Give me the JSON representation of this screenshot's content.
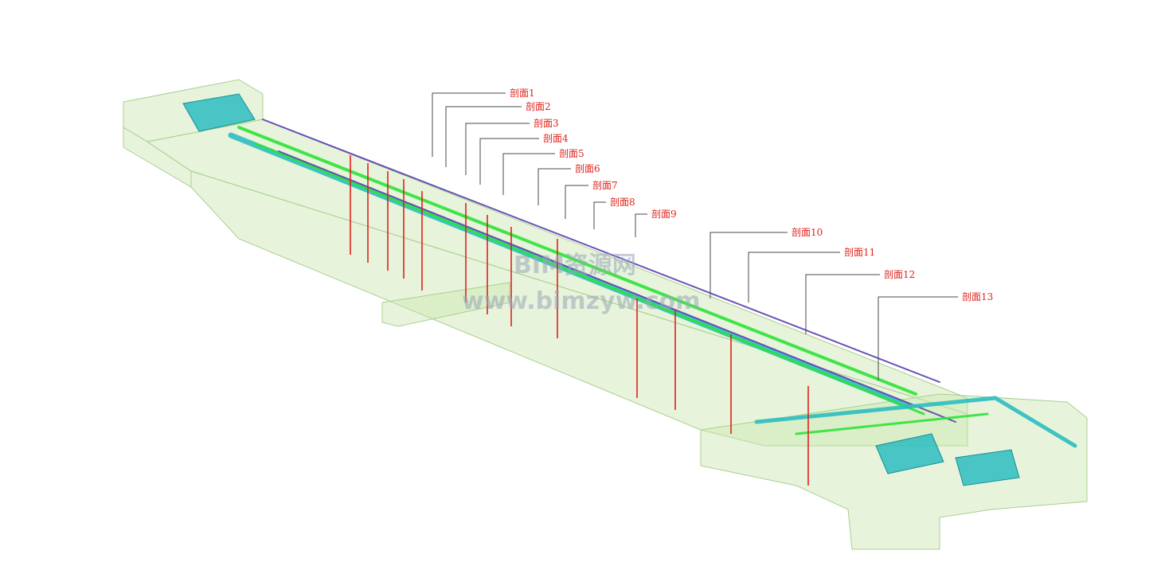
{
  "sections": [
    {
      "label": "剖面1"
    },
    {
      "label": "剖面2"
    },
    {
      "label": "剖面3"
    },
    {
      "label": "剖面4"
    },
    {
      "label": "剖面5"
    },
    {
      "label": "剖面6"
    },
    {
      "label": "剖面7"
    },
    {
      "label": "剖面8"
    },
    {
      "label": "剖面9"
    },
    {
      "label": "剖面10"
    },
    {
      "label": "剖面11"
    },
    {
      "label": "剖面12"
    },
    {
      "label": "剖面13"
    }
  ],
  "watermark": {
    "line1": "BIM资源网",
    "line2": "www.bimzyw.com"
  },
  "colors": {
    "section_red": "#e0201b",
    "leader_grey": "#4a4a4a",
    "shell": "#c9e7b0",
    "duct_cyan": "#2bbcc0",
    "pipe_green": "#2ee23a",
    "pipe_purple": "#5a3fb0"
  }
}
